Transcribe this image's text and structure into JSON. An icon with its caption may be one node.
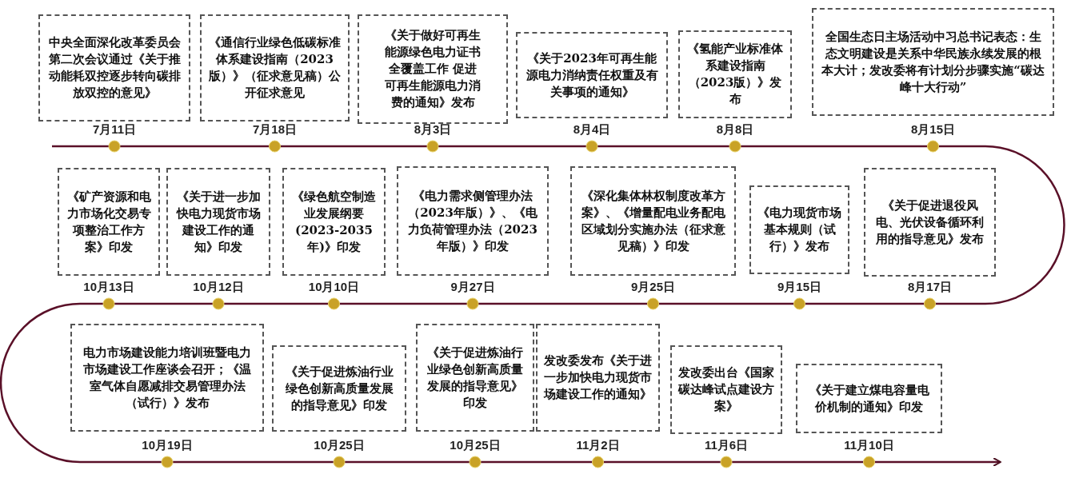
{
  "diagram": {
    "nodes": [
      {
        "text": [
          "中央全面深化改革委员会第二次会议通过《关于推动能耗双控逐步转向碳排放双控的意见》"
        ],
        "beside": [
          "7月11日"
        ]
      },
      {
        "text": [
          "《通信行业绿色低碳标准体系建设指南（2023版）》（征求意见稿）公开征求意见"
        ],
        "beside": [
          "7月18日"
        ]
      },
      {
        "text": [
          "《关于做好可再生能源绿色电力证书全覆盖工作 促进可再生能源电力消费的通知》发布"
        ],
        "beside": [
          "8月3日"
        ]
      },
      {
        "text": [
          "《关于2023年可再生能源电力消纳责任权重及有关事项的通知》"
        ],
        "beside": [
          "8月4日"
        ]
      },
      {
        "text": [
          "《氢能产业标准体系建设指南（2023版）》发布"
        ],
        "beside": [
          "8月8日"
        ]
      },
      {
        "text": [
          "全国生态日主场活动中习总书记表态：生态文明建设是关系中华民族永续发展的根本大计；发改委将有计划分步骤实施“碳达峰十大行动”"
        ],
        "beside": [
          "8月15日"
        ]
      },
      {
        "text": [
          "《矿产资源和电力市场化交易专项整治工作方案》印发"
        ],
        "beside": [
          "10月13日"
        ]
      },
      {
        "text": [
          "《关于进一步加快电力现货市场建设工作的通知》印发"
        ],
        "beside": [
          "10月12日"
        ]
      },
      {
        "text": [
          "《绿色航空制造业发展纲要(2023-2035年)》印发"
        ],
        "beside": [
          "10月10日"
        ]
      },
      {
        "text": [
          "《电力需求侧管理办法（2023年版）》、《电力负荷管理办法（2023年版）》印发"
        ],
        "beside": [
          "9月27日"
        ]
      },
      {
        "text": [
          "《深化集体林权制度改革方案》、《增量配电业务配电区域划分实施办法（征求意见稿）》印发"
        ],
        "beside": [
          "9月25日"
        ]
      },
      {
        "text": [
          "《电力现货市场基本规则（试行）》发布"
        ],
        "beside": [
          "9月15日"
        ]
      },
      {
        "text": [
          "《关于促进退役风电、光伏设备循环利用的指导意见》发布"
        ],
        "beside": [
          "8月17日"
        ]
      },
      {
        "text": [
          "电力市场建设能力培训班暨电力市场建设工作座谈会召开；《温室气体自愿减排交易管理办法（试行）》发布"
        ],
        "beside": [
          "10月19日"
        ]
      },
      {
        "text": [
          "《关于促进炼油行业绿色创新高质量发展的指导意见》印发"
        ],
        "beside": [
          "10月25日"
        ]
      },
      {
        "text": [
          "《关于促进炼油行业绿色创新高质量发展的指导意见》印发"
        ],
        "beside": [
          "10月25日"
        ]
      },
      {
        "text": [
          "发改委发布《关于进一步加快电力现货市场建设工作的通知》"
        ],
        "beside": [
          "11月2日"
        ]
      },
      {
        "text": [
          "发改委出台《国家碳达峰试点建设方案》"
        ],
        "beside": [
          "11月6日"
        ]
      },
      {
        "text": [
          "《关于建立煤电容量电价机制的通知》印发"
        ],
        "beside": [
          "11月10日"
        ]
      }
    ]
  }
}
